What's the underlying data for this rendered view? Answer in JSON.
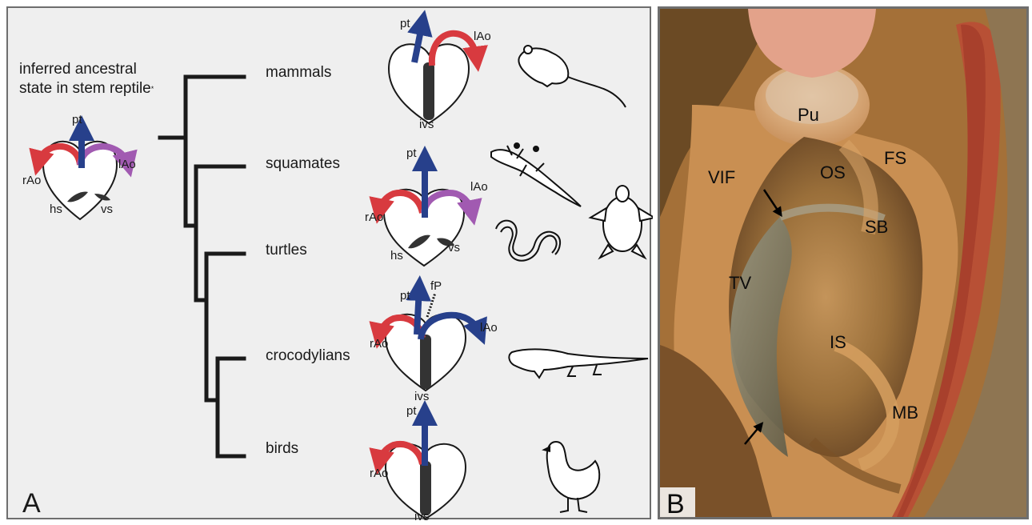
{
  "panel_a": {
    "letter": "A",
    "ancestral_state_line1": "inferred ancestral",
    "ancestral_state_line2": "state in stem reptile",
    "asterisk": "*",
    "taxa": [
      "mammals",
      "squamates",
      "turtles",
      "crocodylians",
      "birds"
    ],
    "heart_labels": {
      "pt": "pt",
      "lAo": "lAo",
      "rAo": "rAo",
      "ivs": "ivs",
      "hs": "hs",
      "vs": "vs",
      "fP": "fP"
    },
    "colors": {
      "pulmonary_trunk": "#27408b",
      "right_aorta": "#d83a3f",
      "left_aorta_sauropsid": "#a15ab1",
      "left_aorta_crocodylian": "#27408b",
      "septum": "#333333"
    },
    "silhouettes": [
      "mouse-icon",
      "lizard-icon",
      "snake-icon",
      "turtle-icon",
      "crocodile-icon",
      "chicken-icon"
    ]
  },
  "panel_b": {
    "letter": "B",
    "labels": [
      "Pu",
      "OS",
      "FS",
      "VIF",
      "SB",
      "TV",
      "IS",
      "MB"
    ]
  }
}
